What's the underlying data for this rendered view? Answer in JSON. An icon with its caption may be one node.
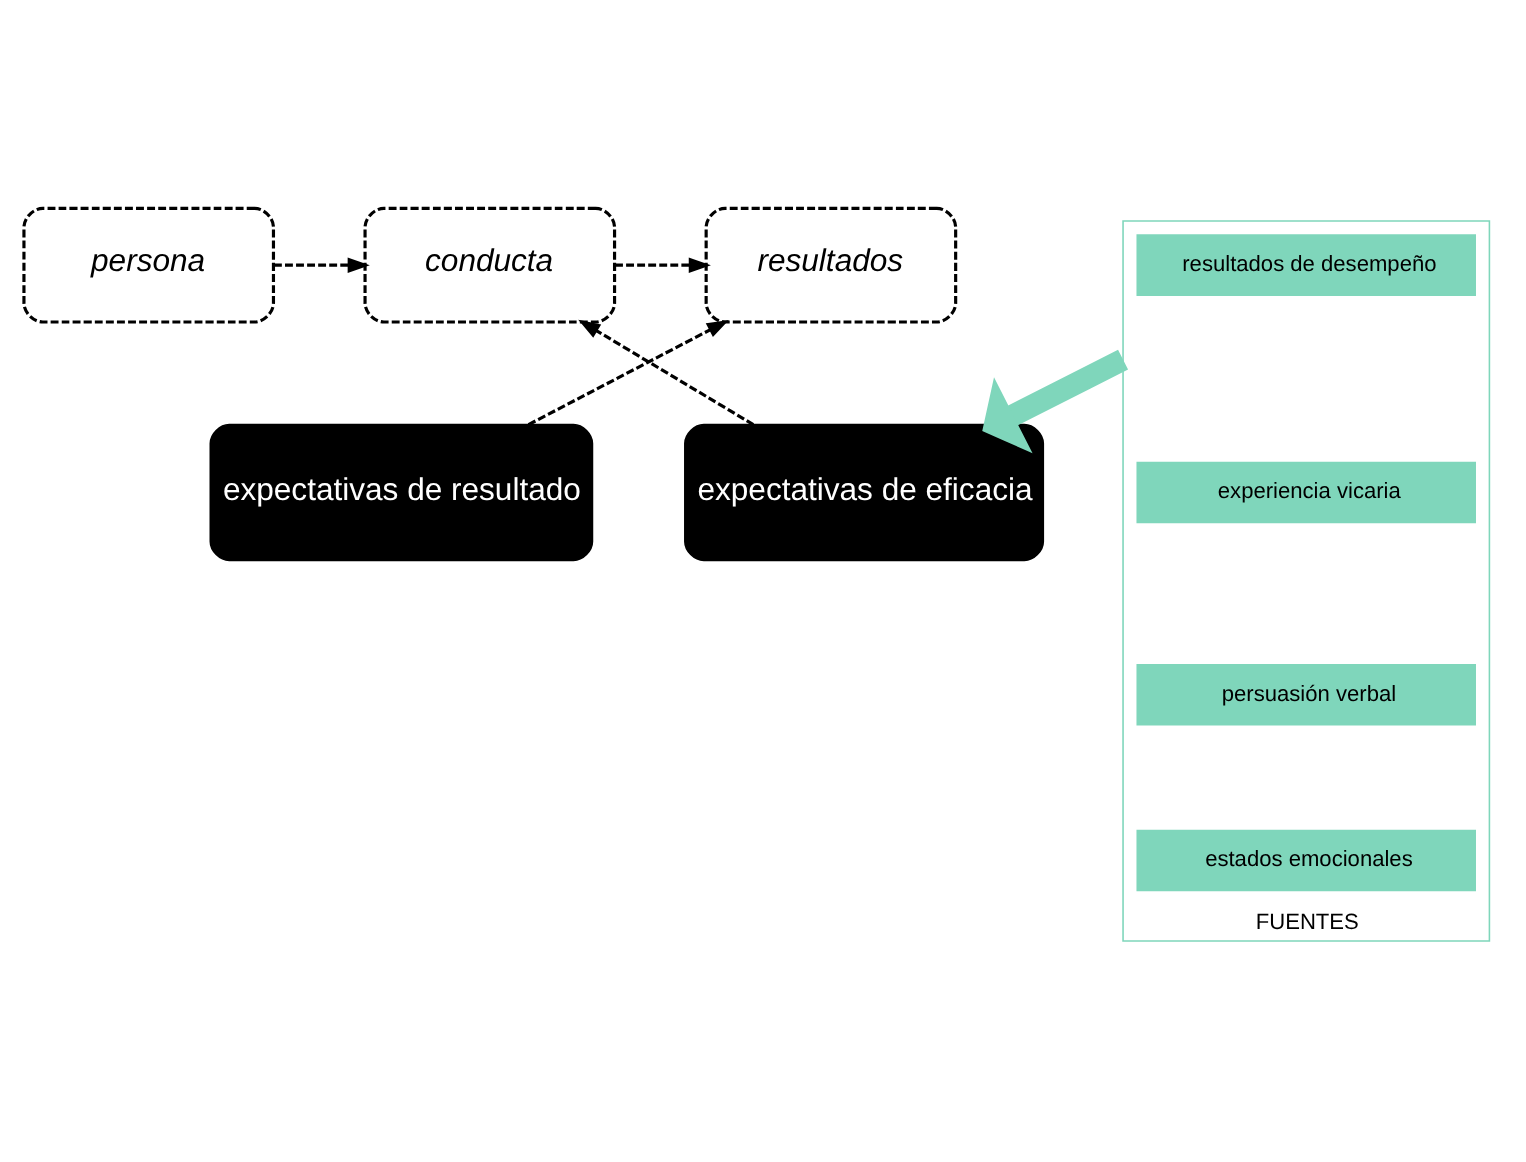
{
  "diagram": {
    "nodes": [
      {
        "text": [
          "persona"
        ]
      },
      {
        "text": [
          "conducta"
        ]
      },
      {
        "text": [
          "resultados"
        ]
      },
      {
        "text": [
          "expectativas de eficacia"
        ]
      },
      {
        "text": [
          "expectativas de resultado"
        ]
      },
      {
        "text": [
          "FUENTES"
        ]
      },
      {
        "text": [
          "resultados de desempeño"
        ],
        "in": 5
      },
      {
        "text": [
          "experiencia vicaria"
        ],
        "in": 5
      },
      {
        "text": [
          "persuasión verbal"
        ],
        "in": 5
      },
      {
        "text": [
          "estados emocionales"
        ],
        "in": 5
      }
    ],
    "edges": [
      {
        "from": 0,
        "to": 1,
        "arrow": "to",
        "style": "dashed"
      },
      {
        "from": 3,
        "to": 1,
        "arrow": "to",
        "style": "dashed"
      },
      {
        "from": 1,
        "to": 2,
        "arrow": "to",
        "style": "dashed"
      },
      {
        "from": 4,
        "to": 2,
        "arrow": "to",
        "style": "dashed"
      },
      {
        "from": 5,
        "to": 3,
        "arrow": "to",
        "style": "thick",
        "color": "#7fd6bb"
      }
    ]
  }
}
